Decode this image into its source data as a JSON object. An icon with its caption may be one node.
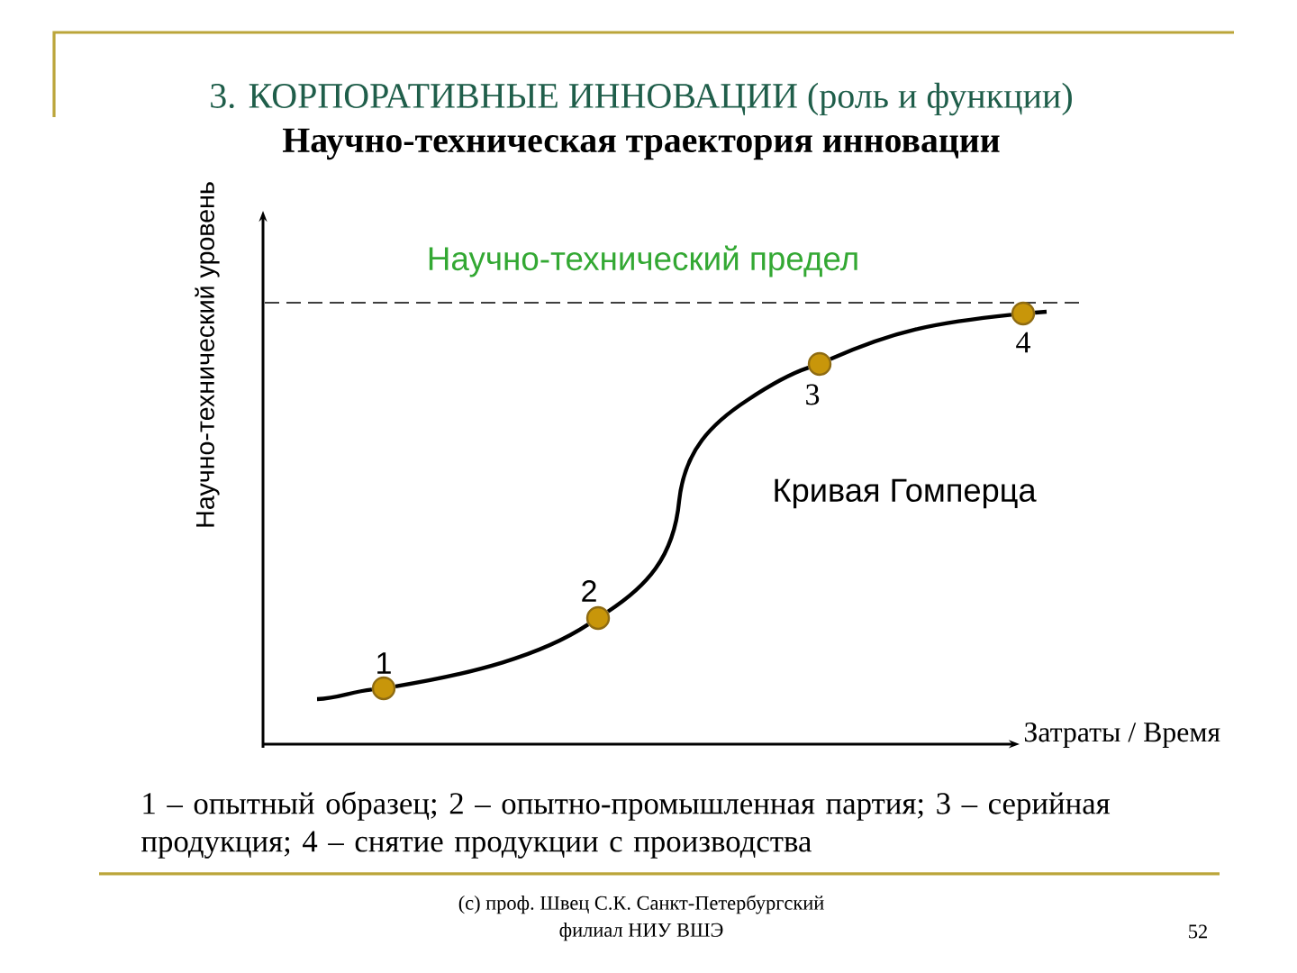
{
  "diagram": {
    "title": "3. КОРПОРАТИВНЫЕ ИННОВАЦИИ (роль и функции)",
    "caption": "1 – опытный образец; 2 – опытно-промышленная партия; 3 – серийная продукция; 4 – снятие продукции с производства",
    "nodes": [
      {
        "text": [],
        "shape": "circle",
        "beside": [
          "1"
        ]
      },
      {
        "text": [],
        "shape": "circle",
        "beside": [
          "2"
        ]
      },
      {
        "text": [],
        "shape": "circle",
        "beside": [
          "3"
        ]
      },
      {
        "text": [],
        "shape": "circle",
        "beside": [
          "4"
        ]
      }
    ],
    "edges": [
      {
        "from": null,
        "to": 0,
        "arrow": "none"
      },
      {
        "from": 0,
        "to": 1,
        "arrow": "none"
      },
      {
        "from": 1,
        "to": 2,
        "arrow": "none"
      },
      {
        "from": 2,
        "to": 3,
        "arrow": "none"
      },
      {
        "from": 3,
        "to": null,
        "arrow": "none"
      }
    ],
    "labels": [
      "Научно-техническая траектория инновации",
      "Научно-технический уровень",
      "Научно-технический предел",
      "Кривая Гомперца",
      "Затраты / Время",
      "(c) проф. Швец С.К. Санкт-Петербургский филиал НИУ ВШЭ",
      "52"
    ]
  }
}
